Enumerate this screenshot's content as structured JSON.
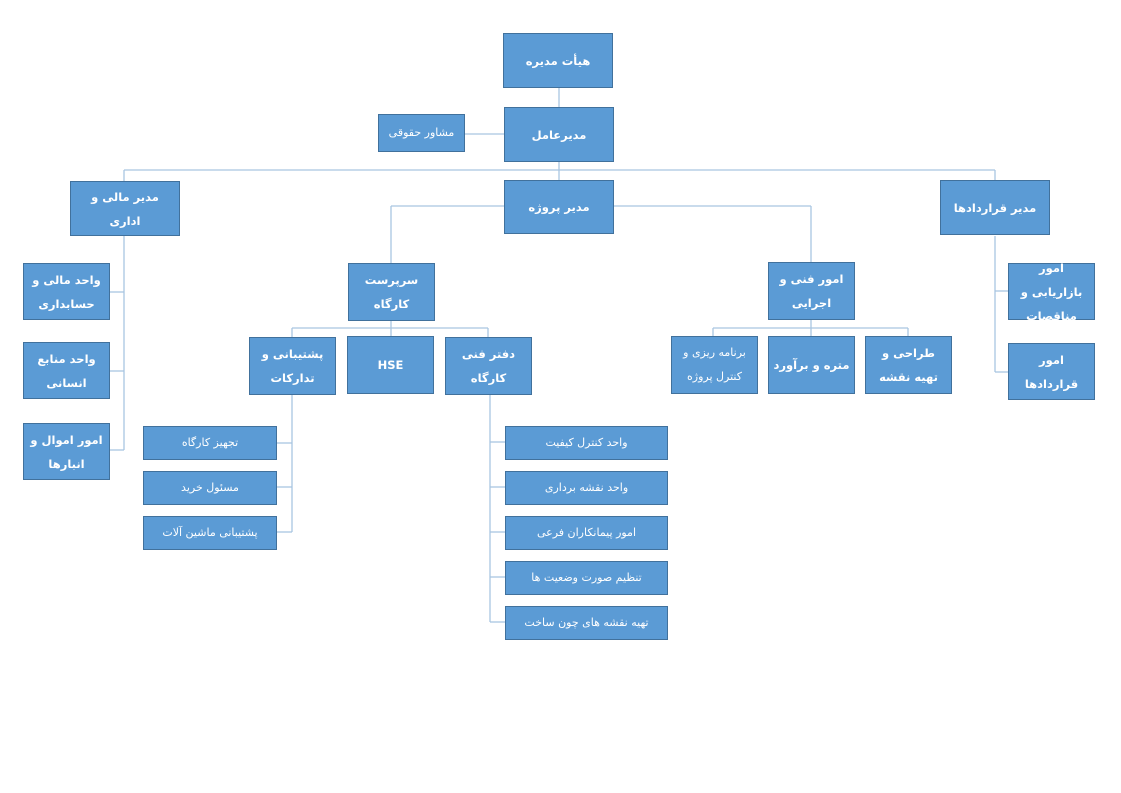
{
  "board": "هیأت مدیره",
  "ceo": "مدیرعامل",
  "legal_advisor": "مشاور حقوقی",
  "finance_manager": "مدیر مالی و اداری",
  "project_manager": "مدیر پروژه",
  "contracts_manager": "مدیر قراردادها",
  "finance_units": [
    "واحد مالی و حسابداری",
    "واحد منابع انسانی",
    "امور اموال و انبارها"
  ],
  "contracts_units": [
    "امور بازاریابی و مناقصات",
    "امور قراردادها"
  ],
  "site_supervisor": "سرپرست کارگاه",
  "technical_executive": "امور فنی و اجرایی",
  "site_units": [
    "پشتیبانی و تدارکات",
    "HSE",
    "دفتر فنی کارگاه"
  ],
  "technical_units": [
    "برنامه ریزی و کنترل پروژه",
    "متره و برآورد",
    "طراحی و تهیه نقشه"
  ],
  "support_units": [
    "تجهیز کارگاه",
    "مسئول خرید",
    "پشتیبانی ماشین آلات"
  ],
  "tech_office_units": [
    "واحد کنترل کیفیت",
    "واحد نقشه برداری",
    "امور پیمانکاران فرعی",
    "تنظیم صورت وضعیت ها",
    "تهیه نقشه های چون ساخت"
  ]
}
